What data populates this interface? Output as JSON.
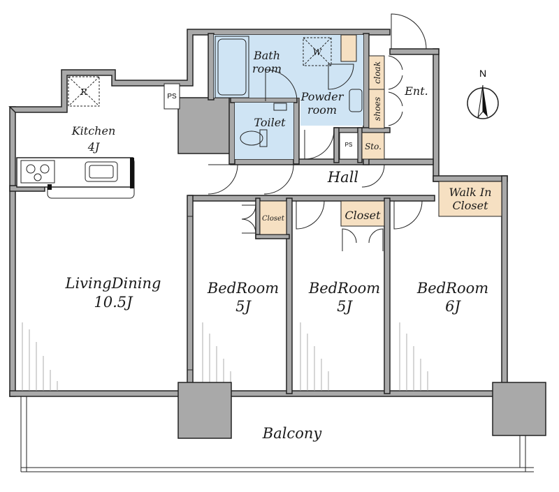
{
  "rooms": {
    "kitchen": {
      "name": "Kitchen",
      "size": "4J"
    },
    "living_dining": {
      "name": "LivingDining",
      "size": "10.5J"
    },
    "bedroom1": {
      "name": "BedRoom",
      "size": "5J"
    },
    "bedroom2": {
      "name": "BedRoom",
      "size": "5J"
    },
    "bedroom3": {
      "name": "BedRoom",
      "size": "6J"
    },
    "bathroom": {
      "line1": "Bath",
      "line2": "room"
    },
    "powder_room": {
      "line1": "Powder",
      "line2": "room"
    },
    "toilet": {
      "name": "Toilet"
    },
    "hall": {
      "name": "Hall"
    },
    "entrance": {
      "name": "Ent."
    },
    "balcony": {
      "name": "Balcony"
    }
  },
  "storage": {
    "walk_in_closet": {
      "line1": "Walk In",
      "line2": "Closet"
    },
    "closet_small": "Closet",
    "closet_bed2": "Closet",
    "sto": "Sto.",
    "shoes": "shoes",
    "cloak": "cloak"
  },
  "fixtures": {
    "refrigerator": "R",
    "washer": "W",
    "ps_kitchen": "PS",
    "ps_hall": "PS"
  },
  "compass": {
    "label": "N"
  },
  "colors": {
    "wall": "#a9a9a9",
    "bath_area": "#cfe4f4",
    "closet": "#f6e0c2"
  }
}
